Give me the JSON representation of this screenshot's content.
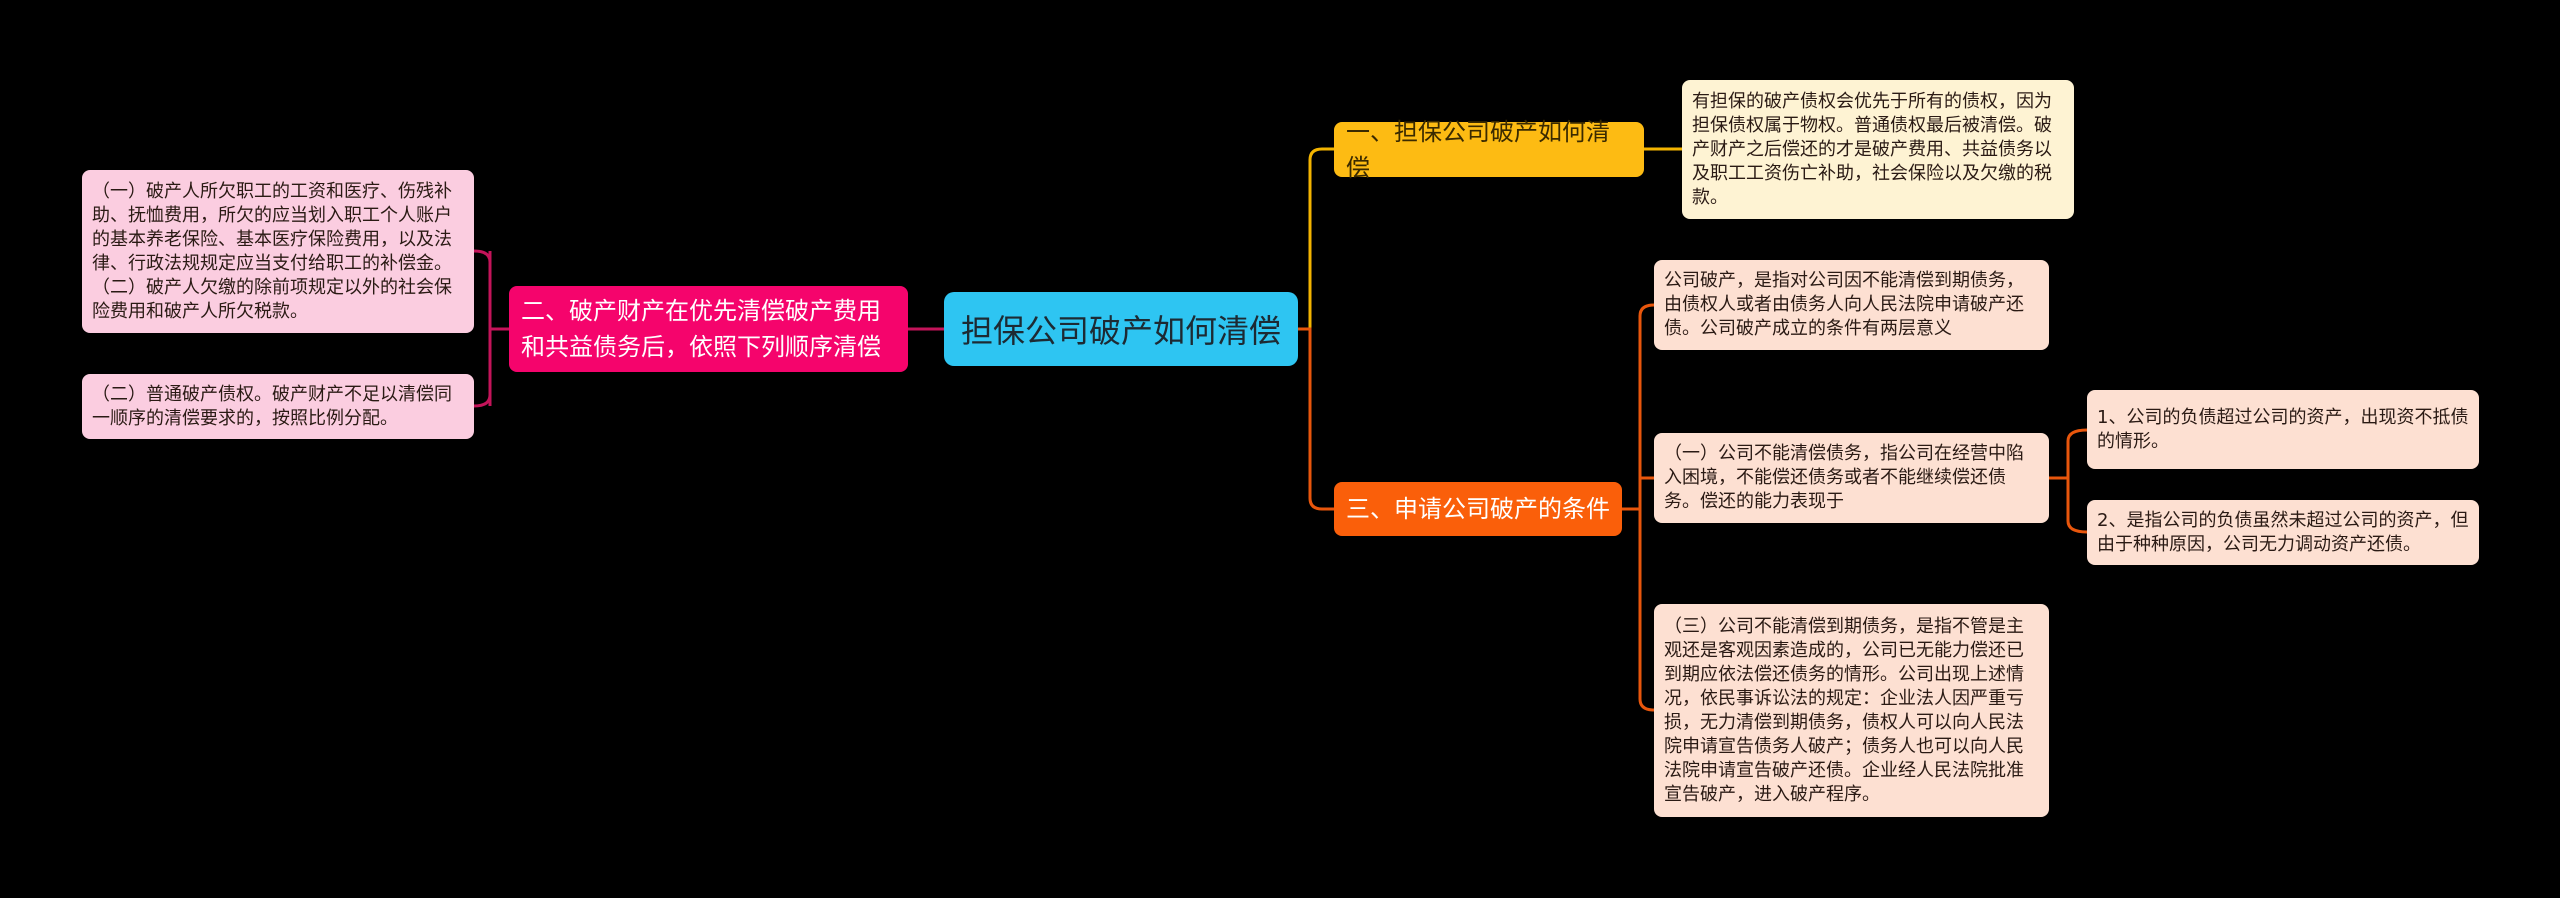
{
  "center": {
    "label": "担保公司破产如何清偿"
  },
  "branches": {
    "left": {
      "label": "二、破产财产在优先清偿破产费用和共益债务后，依照下列顺序清偿",
      "leaves": [
        "（一）破产人所欠职工的工资和医疗、伤残补助、抚恤费用，所欠的应当划入职工个人账户的基本养老保险、基本医疗保险费用，以及法律、行政法规规定应当支付给职工的补偿金。\n（二）破产人欠缴的除前项规定以外的社会保险费用和破产人所欠税款。",
        "（二）普通破产债权。破产财产不足以清偿同一顺序的清偿要求的，按照比例分配。"
      ]
    },
    "right1": {
      "label": "一、担保公司破产如何清偿",
      "leaves": [
        "有担保的破产债权会优先于所有的债权，因为担保债权属于物权。普通债权最后被清偿。破产财产之后偿还的才是破产费用、共益债务以及职工工资伤亡补助，社会保险以及欠缴的税款。"
      ]
    },
    "right3": {
      "label": "三、申请公司破产的条件",
      "leaves": [
        "公司破产，是指对公司因不能清偿到期债务，由债权人或者由债务人向人民法院申请破产还债。公司破产成立的条件有两层意义",
        "（一）公司不能清偿债务，指公司在经营中陷入困境，不能偿还债务或者不能继续偿还债务。偿还的能力表现于",
        "（三）公司不能清偿到期债务，是指不管是主观还是客观因素造成的，公司已无能力偿还已到期应依法偿还债务的情形。公司出现上述情况，依民事诉讼法的规定：企业法人因严重亏损，无力清偿到期债务，债权人可以向人民法院申请宣告债务人破产；债务人也可以向人民法院申请宣告破产还债。企业经人民法院批准宣告破产，进入破产程序。"
      ],
      "subleaves": [
        "1、公司的负债超过公司的资产，出现资不抵债的情形。",
        "2、是指公司的负债虽然未超过公司的资产，但由于种种原因，公司无力调动资产还债。"
      ]
    }
  },
  "colors": {
    "center": "#2ec5f2",
    "left": "#f5046c",
    "yellow": "#fdbb13",
    "orange": "#fa5f0a"
  }
}
